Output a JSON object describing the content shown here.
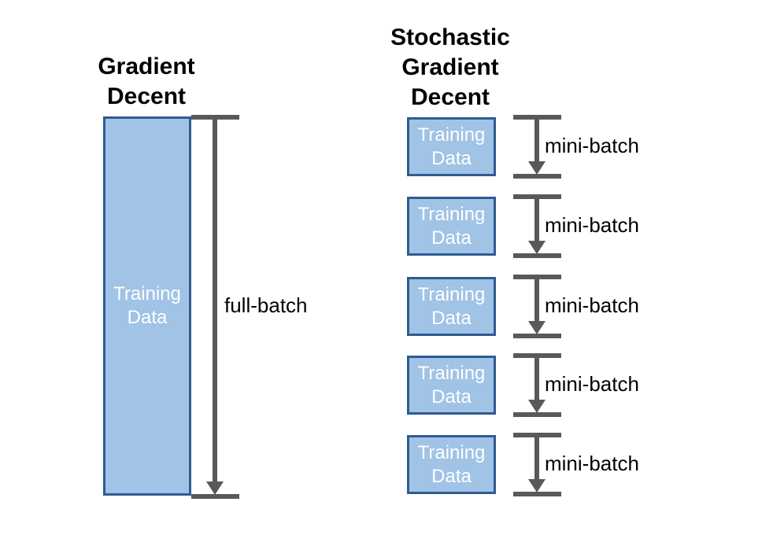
{
  "colors": {
    "background": "#ffffff",
    "box_fill": "#a0c3e6",
    "box_border": "#2f5b93",
    "box_text": "#ffffff",
    "arrow": "#595959",
    "title_text": "#000000",
    "label_text": "#000000"
  },
  "left_panel": {
    "title": "Gradient\nDecent",
    "box_label": "Training\nData",
    "arrow_label": "full-batch"
  },
  "right_panel": {
    "title": "Stochastic\nGradient\nDecent",
    "items": [
      {
        "box_label": "Training\nData",
        "arrow_label": "mini-batch"
      },
      {
        "box_label": "Training\nData",
        "arrow_label": "mini-batch"
      },
      {
        "box_label": "Training\nData",
        "arrow_label": "mini-batch"
      },
      {
        "box_label": "Training\nData",
        "arrow_label": "mini-batch"
      },
      {
        "box_label": "Training\nData",
        "arrow_label": "mini-batch"
      }
    ]
  }
}
